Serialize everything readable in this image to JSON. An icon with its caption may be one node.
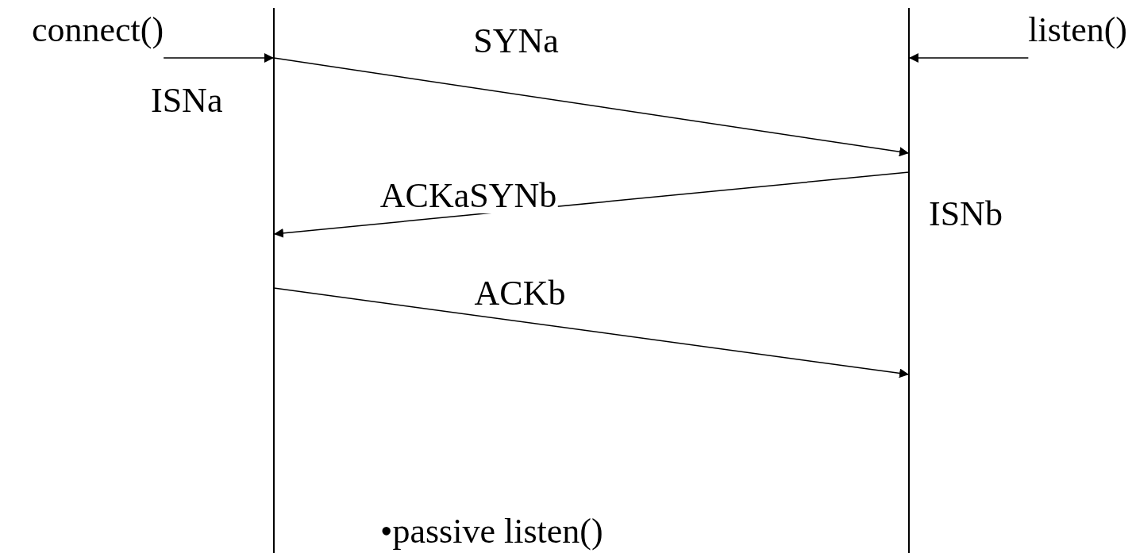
{
  "diagram": {
    "nodes": [
      {
        "text": [],
        "shape": "bar"
      },
      {
        "text": [],
        "shape": "bar"
      },
      {
        "text": [
          "connect()"
        ]
      },
      {
        "text": [
          "listen()"
        ]
      }
    ],
    "edges": [
      {
        "from": 2,
        "to": 0,
        "arrow": "to"
      },
      {
        "from": 3,
        "to": 1,
        "arrow": "to"
      },
      {
        "from": 0,
        "to": 1,
        "arrow": "to",
        "label": "SYNa"
      },
      {
        "from": 1,
        "to": 0,
        "arrow": "to",
        "label": "ACKaSYNb"
      },
      {
        "from": 0,
        "to": 1,
        "arrow": "to",
        "label": "ACKb"
      }
    ],
    "labels": [
      "ISNa",
      "ISNb",
      "•passive listen()"
    ]
  }
}
